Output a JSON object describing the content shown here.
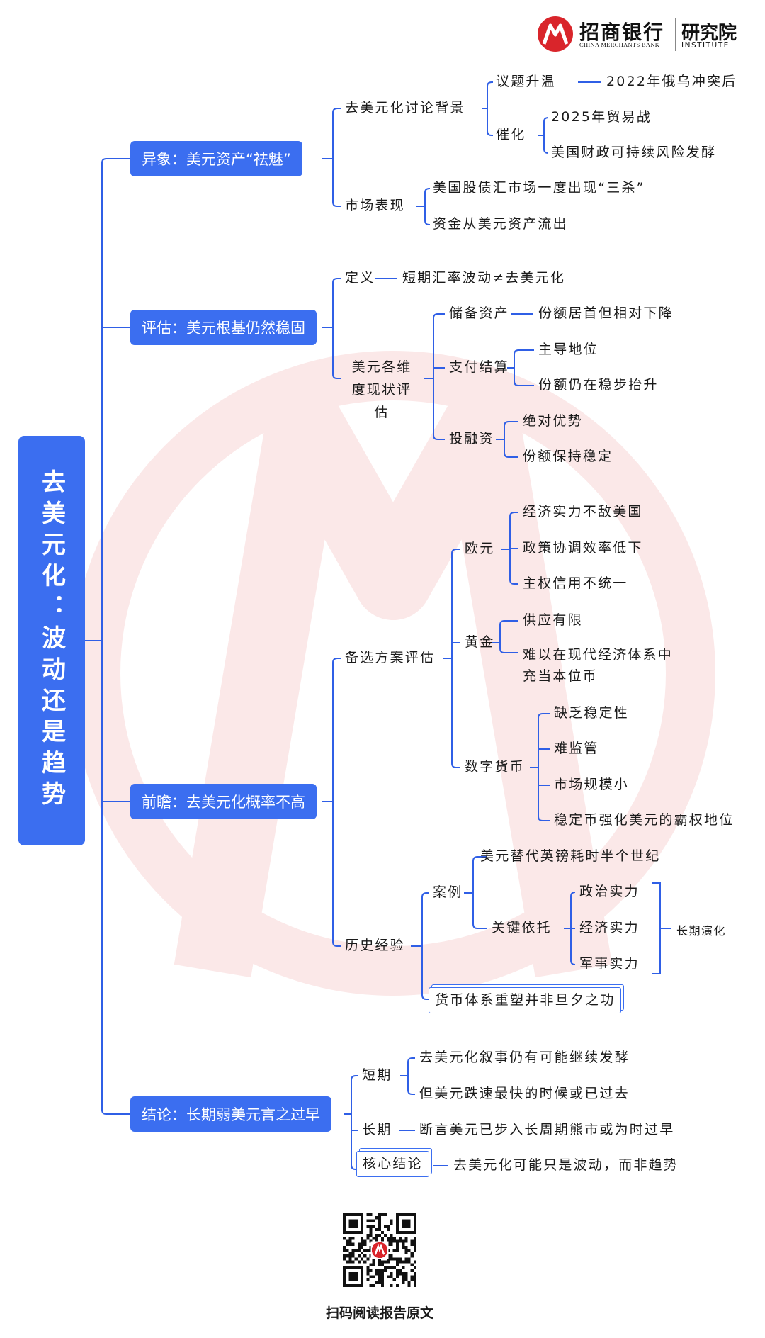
{
  "brand": {
    "bank_cn": "招商银行",
    "bank_en": "CHINA MERCHANTS BANK",
    "institute_cn": "研究院",
    "institute_en": "INSTITUTE",
    "colors": {
      "logo_red": "#d9252b",
      "node_blue": "#3b6ef0",
      "connector_blue": "#2f5fe6",
      "watermark": "#fbe8e8"
    }
  },
  "root": {
    "label": "去美元化：波动还是趋势"
  },
  "branches": [
    {
      "label": "异象：美元资产“祛魅”",
      "children": [
        {
          "label": "去美元化讨论背景",
          "children": [
            {
              "label": "议题升温",
              "children": [
                {
                  "label": "2022年俄乌冲突后"
                }
              ]
            },
            {
              "label": "催化",
              "children": [
                {
                  "label": "2025年贸易战"
                },
                {
                  "label": "美国财政可持续风险发酵"
                }
              ]
            }
          ]
        },
        {
          "label": "市场表现",
          "children": [
            {
              "label": "美国股债汇市场一度出现“三杀”"
            },
            {
              "label": "资金从美元资产流出"
            }
          ]
        }
      ]
    },
    {
      "label": "评估：美元根基仍然稳固",
      "children": [
        {
          "label": "定义",
          "children": [
            {
              "label": "短期汇率波动≠去美元化"
            }
          ]
        },
        {
          "label": "美元各维度现状评估",
          "children": [
            {
              "label": "储备资产",
              "children": [
                {
                  "label": "份额居首但相对下降"
                }
              ]
            },
            {
              "label": "支付结算",
              "children": [
                {
                  "label": "主导地位"
                },
                {
                  "label": "份额仍在稳步抬升"
                }
              ]
            },
            {
              "label": "投融资",
              "children": [
                {
                  "label": "绝对优势"
                },
                {
                  "label": "份额保持稳定"
                }
              ]
            }
          ]
        }
      ]
    },
    {
      "label": "前瞻：去美元化概率不高",
      "children": [
        {
          "label": "备选方案评估",
          "children": [
            {
              "label": "欧元",
              "children": [
                {
                  "label": "经济实力不敌美国"
                },
                {
                  "label": "政策协调效率低下"
                },
                {
                  "label": "主权信用不统一"
                }
              ]
            },
            {
              "label": "黄金",
              "children": [
                {
                  "label": "供应有限"
                },
                {
                  "label": "难以在现代经济体系中充当本位币"
                }
              ]
            },
            {
              "label": "数字货币",
              "children": [
                {
                  "label": "缺乏稳定性"
                },
                {
                  "label": "难监管"
                },
                {
                  "label": "市场规模小"
                },
                {
                  "label": "稳定币强化美元的霸权地位"
                }
              ]
            }
          ]
        },
        {
          "label": "历史经验",
          "children": [
            {
              "label": "案例",
              "children": [
                {
                  "label": "美元替代英镑耗时半个世纪"
                },
                {
                  "label": "关键依托",
                  "children": [
                    {
                      "label": "政治实力"
                    },
                    {
                      "label": "经济实力"
                    },
                    {
                      "label": "军事实力"
                    }
                  ],
                  "summary": "长期演化"
                }
              ]
            },
            {
              "label": "货币体系重塑并非旦夕之功"
            }
          ]
        }
      ]
    },
    {
      "label": "结论：长期弱美元言之过早",
      "children": [
        {
          "label": "短期",
          "children": [
            {
              "label": "去美元化叙事仍有可能继续发酵"
            },
            {
              "label": "但美元跌速最快的时候或已过去"
            }
          ]
        },
        {
          "label": "长期",
          "children": [
            {
              "label": "断言美元已步入长周期熊市或为时过早"
            }
          ]
        },
        {
          "label": "核心结论",
          "children": [
            {
              "label": "去美元化可能只是波动，而非趋势"
            }
          ]
        }
      ]
    }
  ],
  "footer": {
    "qr_caption": "扫码阅读报告原文"
  }
}
